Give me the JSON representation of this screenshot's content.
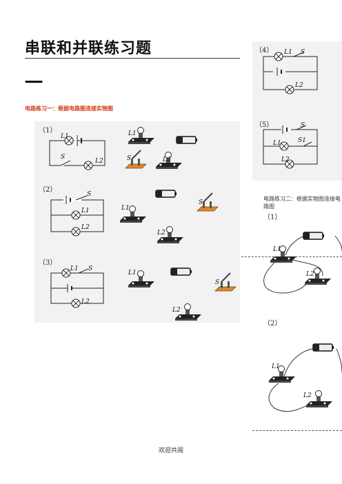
{
  "doc": {
    "title": "串联和并联练习题",
    "big_dash": "一",
    "section1_heading": "电路练习一：根据电路图连接实物图",
    "section2_heading": "电路练习二：根据实物图连接电路图",
    "footer": "欢迎共阅"
  },
  "labels": {
    "p1": "（1）",
    "p2": "（2）",
    "p3": "（3）",
    "p4": "（4）",
    "p5": "（5）",
    "q1": "（1）",
    "q2": "（2）",
    "L1": "L1",
    "L2": "L2",
    "S": "S",
    "S1": "S1"
  },
  "colors": {
    "section1": "#d23b1a",
    "switch_base": "#e08a2a",
    "panel": "#f2f2f2"
  },
  "icons": [
    "lamp-symbol-icon",
    "battery-symbol-icon",
    "switch-symbol-icon",
    "lamp-board-icon",
    "battery-cell-icon",
    "knife-switch-icon"
  ]
}
